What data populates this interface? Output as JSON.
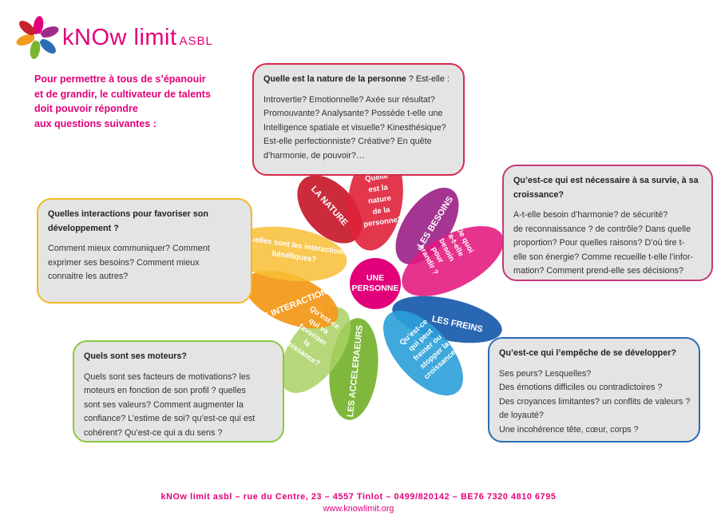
{
  "logo": {
    "name": "kNOw limit",
    "suffix": "ASBL"
  },
  "intro": {
    "lines": [
      "Pour permettre à tous de s’épanouir",
      "et de grandir, le cultivateur de talents",
      "doit pouvoir répondre",
      "aux questions suivantes  :"
    ]
  },
  "boxes": {
    "nature": {
      "title": "Quelle est la nature de la personne",
      "title_suffix": " ? Est-elle :",
      "lines": [
        "Introvertie? Emotionnelle? Axée sur résultat?",
        "Promouvante? Analysante? Possède t-elle une",
        "Intelligence spatiale et visuelle? Kinesthésique?",
        "Est-elle perfectionniste? Créative? En quête",
        "d’harmonie, de pouvoir?…"
      ]
    },
    "besoins": {
      "title_lines": [
        "Qu’est-ce qui est nécessaire à sa survie, à sa",
        "croissance?"
      ],
      "lines": [
        "A-t-elle besoin d’harmonie? de sécurité?",
        "de reconnaissance ? de contrôle? Dans quelle",
        "proportion?  Pour quelles raisons? D’où tire t-",
        "elle son énergie? Comme recueille t-elle l’infor-",
        "mation? Comment prend-elle ses décisions?"
      ]
    },
    "interactions": {
      "title_lines": [
        "Quelles interactions pour favoriser son",
        "développement ?"
      ],
      "lines": [
        "Comment mieux communiquer? Comment",
        "exprimer ses besoins?  Comment mieux",
        "connaitre les autres?"
      ]
    },
    "moteurs": {
      "title": "Quels sont ses moteurs?",
      "lines": [
        "Quels sont ses facteurs de motivations? les",
        "moteurs en fonction de son  profil ? quelles",
        "sont ses valeurs? Comment augmenter la",
        "confiance? L’estime de soi? qu’est-ce qui est",
        "cohérent? Qu’est-ce qui a du sens ?"
      ]
    },
    "freins": {
      "title": "Qu’est-ce qui l’empêche de se développer?",
      "lines": [
        "Ses peurs? Lesquelles?",
        "Des émotions difficiles ou contradictoires ?",
        "Des croyances limitantes? un conflits de valeurs ?",
        "de loyauté?",
        "Une incohérence tête, cœur, corps  ?"
      ]
    }
  },
  "flower": {
    "center": [
      "UNE",
      "PERSONNE"
    ],
    "petals": {
      "nature": "LA NATURE",
      "nature_q": [
        "Quelle",
        "est la",
        "nature",
        "de la",
        "personne?"
      ],
      "besoins": "LES BESOINS",
      "besoins_q": [
        "De quoi",
        "a-t-elle",
        "besoin",
        "pour",
        "grandir ?"
      ],
      "freins": "LES FREINS",
      "freins_q": [
        "Qu’est-ce",
        "qui peut",
        "freiner ou",
        "stopper la",
        "croissance?"
      ],
      "accelerateurs": "LES ACCELERAEURS",
      "accelerateurs_q": [
        "Qu’est-ce",
        "qui va",
        "favoriser",
        "la",
        "croissance?"
      ],
      "interactions": "LES INTERACTIONS",
      "interactions_q": [
        "Quelles sont les interactions",
        "bénéfiques?"
      ]
    },
    "colors": {
      "nature": "#c8202f",
      "nature_q": "#e0213a",
      "besoins": "#a02a8c",
      "besoins_q": "#e2187e",
      "freins": "#1f5fae",
      "freins_q": "#2a9fd8",
      "accelerateurs": "#79b433",
      "accelerateurs_q": "#a9d163",
      "interactions": "#f39a1c",
      "interactions_q": "#f7be35",
      "center": "#e2007a"
    }
  },
  "footer": {
    "brand": "kNOw",
    "address": " limit asbl – rue du Centre, 23 – 4557 Tinlot – 0499/820142 – BE76 7320 4810 6795",
    "website": "www.knowlimit.org"
  }
}
